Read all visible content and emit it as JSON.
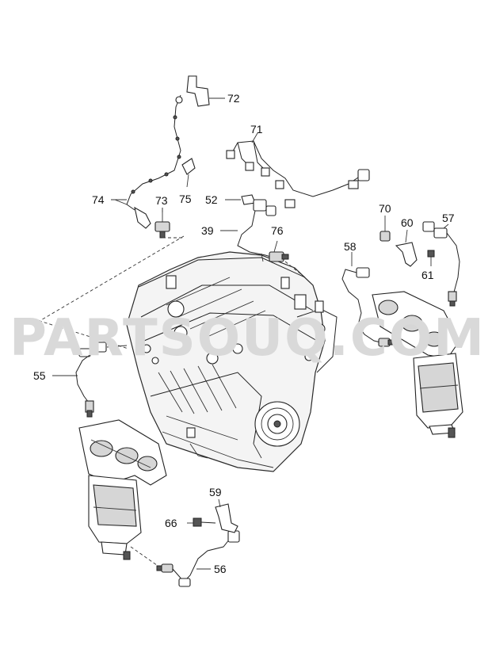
{
  "watermark": "PARTSOUQ.COM",
  "callouts": {
    "c72": "72",
    "c71": "71",
    "c74": "74",
    "c73": "73",
    "c75": "75",
    "c52": "52",
    "c39": "39",
    "c76": "76",
    "c70": "70",
    "c60": "60",
    "c57": "57",
    "c61": "61",
    "c58": "58",
    "c55": "55",
    "c59": "59",
    "c66": "66",
    "c56": "56"
  }
}
